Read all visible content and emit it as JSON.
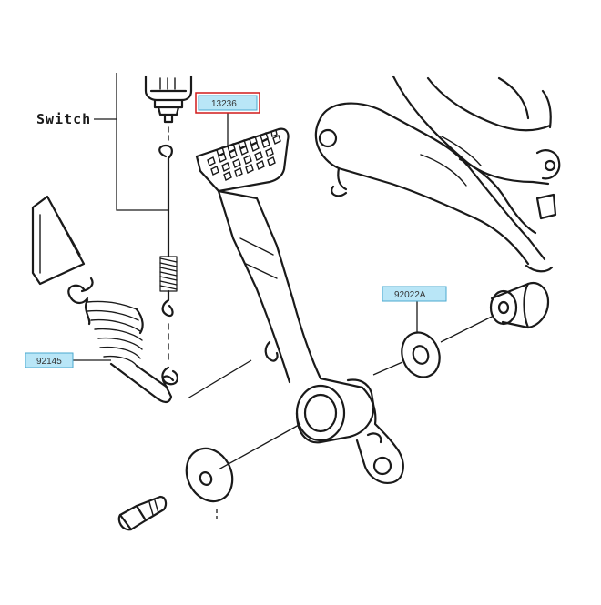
{
  "diagram": {
    "labels": {
      "switch": "Switch"
    },
    "callouts": [
      {
        "id": "pedal",
        "text": "13236",
        "selected": true
      },
      {
        "id": "washer",
        "text": "92022A",
        "selected": false
      },
      {
        "id": "spring",
        "text": "92145",
        "selected": false
      }
    ]
  },
  "colors": {
    "background": "#ffffff",
    "line": "#1a1a1a",
    "callout_fill": "#b9e6f7",
    "callout_border": "#4aa8cf",
    "callout_selected_border": "#d11a1a"
  }
}
